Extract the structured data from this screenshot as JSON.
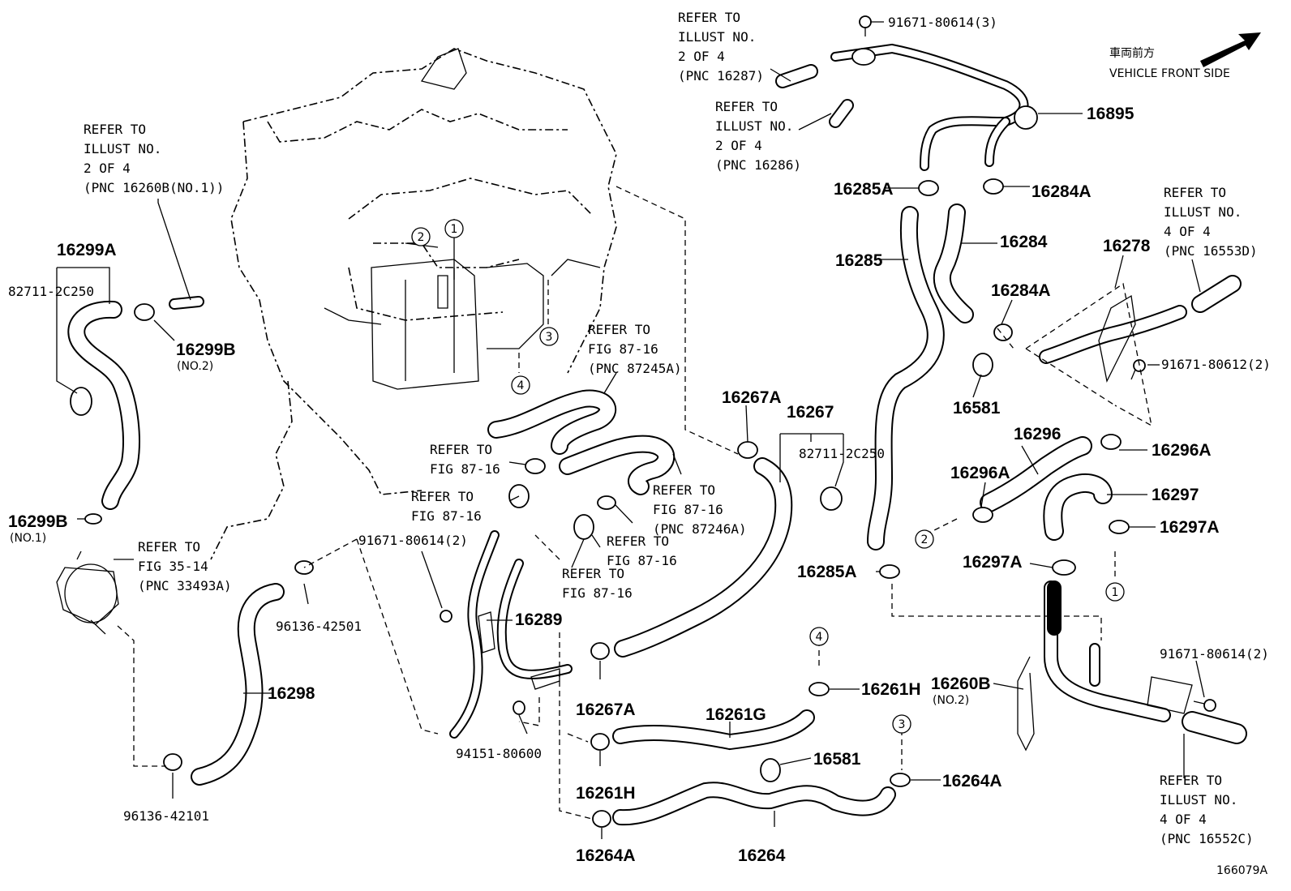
{
  "diagram": {
    "figure_id": "166079A",
    "front": {
      "jp": "車両前方",
      "en": "VEHICLE FRONT SIDE"
    },
    "part_numbers": {
      "p16299A": "16299A",
      "p16299B_top": "16299B",
      "p16299B_top_sub": "(NO.2)",
      "p16299B_left": "16299B",
      "p16299B_left_sub": "(NO.1)",
      "p82711_left": "82711-2C250",
      "p82711_right": "82711-2C250",
      "p16267": "16267",
      "p16267A_top": "16267A",
      "p16267A_bottom": "16267A",
      "p16285": "16285",
      "p16285A_top": "16285A",
      "p16285A_bottom": "16285A",
      "p16284": "16284",
      "p16284A_top": "16284A",
      "p16284A_mid": "16284A",
      "p16581_top": "16581",
      "p16581_bottom": "16581",
      "p16895": "16895",
      "p16278": "16278",
      "p16296": "16296",
      "p16296A_right": "16296A",
      "p16296A_left": "16296A",
      "p16297": "16297",
      "p16297A_right": "16297A",
      "p16297A_left": "16297A",
      "p16289": "16289",
      "p16298": "16298",
      "p16261G": "16261G",
      "p16261H_right": "16261H",
      "p16261H_bottom": "16261H",
      "p16264": "16264",
      "p16264A_right": "16264A",
      "p16264A_bottom": "16264A",
      "p16260B": "16260B",
      "p16260B_sub": "(NO.2)",
      "bolt_80614_3": "91671-80614(3)",
      "bolt_80612_2": "91671-80612(2)",
      "bolt_80614_2_left": "91671-80614(2)",
      "bolt_80614_2_right": "91671-80614(2)",
      "clamp_42501": "96136-42501",
      "clamp_42101": "96136-42101",
      "nut_80600": "94151-80600"
    },
    "refs": {
      "r_16260B": [
        "REFER TO",
        "ILLUST NO.",
        "2 OF 4",
        "(PNC 16260B(NO.1))"
      ],
      "r_16287": [
        "REFER TO",
        "ILLUST NO.",
        "2 OF 4",
        "(PNC 16287)"
      ],
      "r_16286": [
        "REFER TO",
        "ILLUST NO.",
        "2 OF 4",
        "(PNC 16286)"
      ],
      "r_16553D": [
        "REFER TO",
        "ILLUST NO.",
        "4 OF 4",
        "(PNC 16553D)"
      ],
      "r_16552C": [
        "REFER TO",
        "ILLUST NO.",
        "4 OF 4",
        "(PNC 16552C)"
      ],
      "r_87245A": [
        "REFER TO",
        "FIG 87-16",
        "(PNC 87245A)"
      ],
      "r_87246A": [
        "REFER TO",
        "FIG 87-16",
        "(PNC 87246A)"
      ],
      "r_fig_a": [
        "REFER TO",
        "FIG 87-16"
      ],
      "r_fig_b": [
        "REFER TO",
        "FIG 87-16"
      ],
      "r_fig_c": [
        "REFER TO",
        "FIG 87-16"
      ],
      "r_fig_d": [
        "REFER TO",
        "FIG 87-16"
      ],
      "r_33493A": [
        "REFER TO",
        "FIG 35-14",
        "(PNC 33493A)"
      ]
    },
    "circle_marks": {
      "c1_engine": "1",
      "c2_engine": "2",
      "c3_engine": "3",
      "c4_engine": "4",
      "c1_right": "1",
      "c2_right": "2",
      "c3_bottom": "3",
      "c4_bottom": "4"
    }
  }
}
